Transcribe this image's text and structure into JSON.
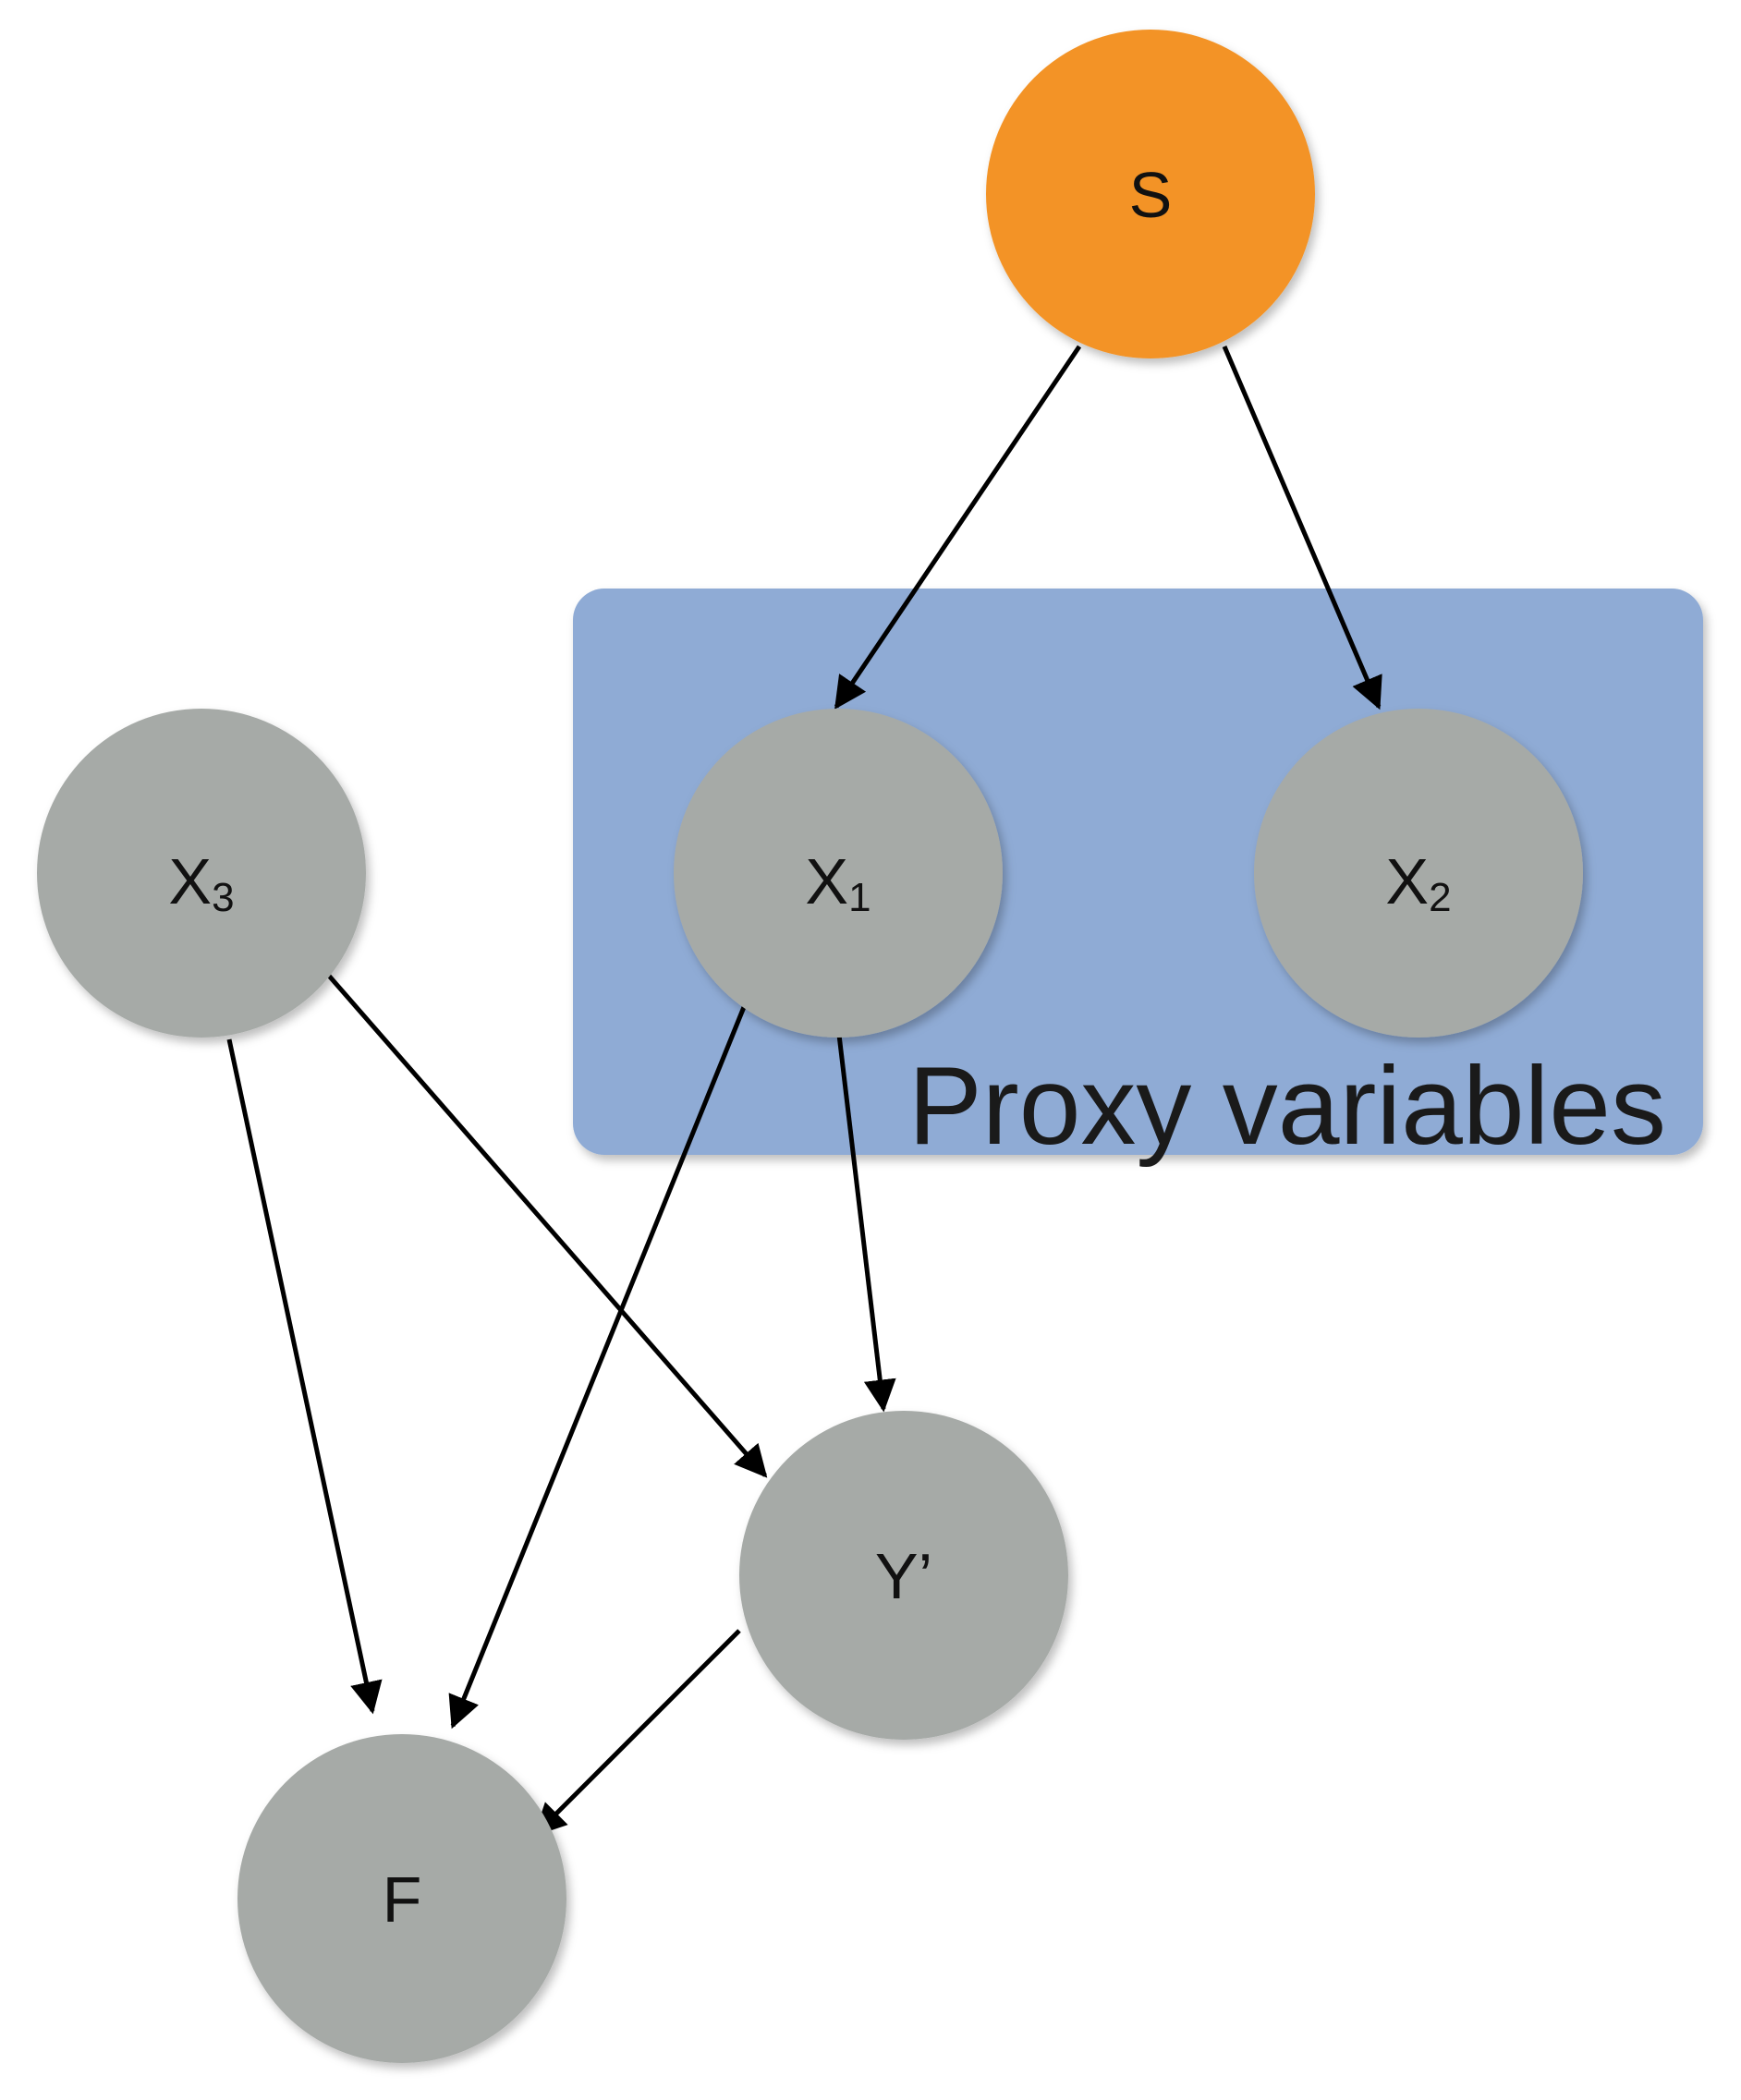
{
  "colors": {
    "source_node": "#f39325",
    "node": "#a6aaa7",
    "group_fill": "#8fabd5",
    "edge": "#000000",
    "background": "#ffffff"
  },
  "group": {
    "label": "Proxy variables"
  },
  "nodes": {
    "S": {
      "main": "S",
      "sub": ""
    },
    "X1": {
      "main": "X",
      "sub": "1"
    },
    "X2": {
      "main": "X",
      "sub": "2"
    },
    "X3": {
      "main": "X",
      "sub": "3"
    },
    "Y": {
      "main": "Y’",
      "sub": ""
    },
    "F": {
      "main": "F",
      "sub": ""
    }
  },
  "edges": [
    {
      "from": "S",
      "to": "X1"
    },
    {
      "from": "S",
      "to": "X2"
    },
    {
      "from": "X1",
      "to": "Y"
    },
    {
      "from": "X1",
      "to": "F"
    },
    {
      "from": "X3",
      "to": "Y"
    },
    {
      "from": "X3",
      "to": "F"
    },
    {
      "from": "Y",
      "to": "F"
    }
  ]
}
